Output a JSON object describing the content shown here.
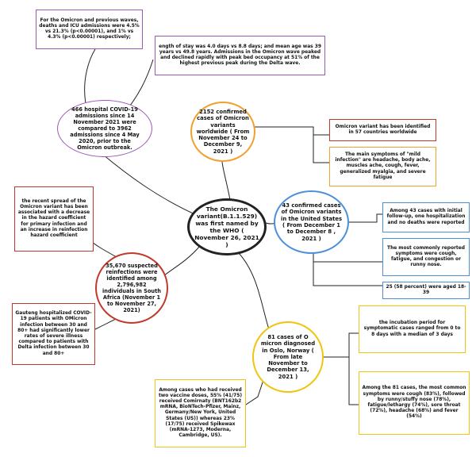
{
  "colors": {
    "purple": "#9b59b6",
    "orange": "#f0a030",
    "blue": "#4a90d9",
    "red": "#c0392b",
    "yellow": "#f1c40f",
    "center": "#222222"
  },
  "center": {
    "text": "The Omicron variant(B.1.1.529) was first named by the WHO ( November 26, 2021 )"
  },
  "hospital": {
    "circle": "466 hospital COVID-19 admissions since 14 November 2021 were compared to 3962 admissions since 4 May 2020, prior to the Omicron outbreak.",
    "box_deaths": "For the Omicron and previous waves, deaths and ICU admissions were 4.5% vs 21.3% (p<0.00001), and 1% vs 4.3% (p<0.00001) respectively;",
    "box_stay": "ength of stay was 4.0 days vs 8.8 days; and mean age was 39 years vs 49.8 years. Admissions in the Omicron wave peaked and declined rapidly with peak bed occupancy at 51% of the highest previous peak during the Delta wave."
  },
  "worldwide": {
    "circle": "2152 confirmed cases of Omicron variants worldwide ( From November 24 to December 9, 2021 )",
    "box_countries": "Omicron variant has been identified in 57 countries worldwide",
    "box_symptoms": "The main symptoms of \"mild infection\" are headache, body ache, muscles ache, cough, fever, generalized myalgia, and severe fatigue"
  },
  "us": {
    "circle": "43 confirmed cases of Omicron variants in the United States ( From December 1 to December 8 , 2021 )",
    "box_followup": "Among 43 cases with initial follow-up, one hospitalization and no deaths were reported",
    "box_symptoms": "The most commonly reported symptoms were cough, fatigue, and congestion or runny nose.",
    "box_age": "25 (58 percent) were aged 18-39"
  },
  "sa": {
    "circle": "35,670 suspected reinfections were identified among 2,796,982 individuals in South Africa (November 1 to November 27, 2021)",
    "box_reinfection": "the recent spread of the Omicron variant has been associated with a decrease in the hazard coefficient for primary infection and an increase in reinfection hazard coefficient",
    "box_gauteng": "Gauteng hospitalized COVID-19 patients with OMicron infection between 30 and 80+ had significantly lower rates of severe illness compared to patients with Delta infection between 30 and 80+"
  },
  "oslo": {
    "circle": "81 cases of O micron diagnosed in Oslo, Norway ( From late November to December 13, 2021 )",
    "box_incubation": "the incubation period for symptomatic cases ranged from 0 to 8 days with a median of 3 days",
    "box_symptoms": "Among the 81 cases, the most common symptoms were cough (83%), followed by runny/stuffy nose (78%), fatigue/lethargy (74%), sore throat (72%), headache (68%) and fever (54%)",
    "box_vaccine": "Among cases who had received two vaccine doses, 55% (41/75) received Comirnaty (BNT162b2 mRNA, BioNTech-Pfizer, Mainz, Germany/New York, United States (US)) whereas 23% (17/75) received Spikewax (mRNA-1273, Moderna, Cambridge, US)."
  }
}
